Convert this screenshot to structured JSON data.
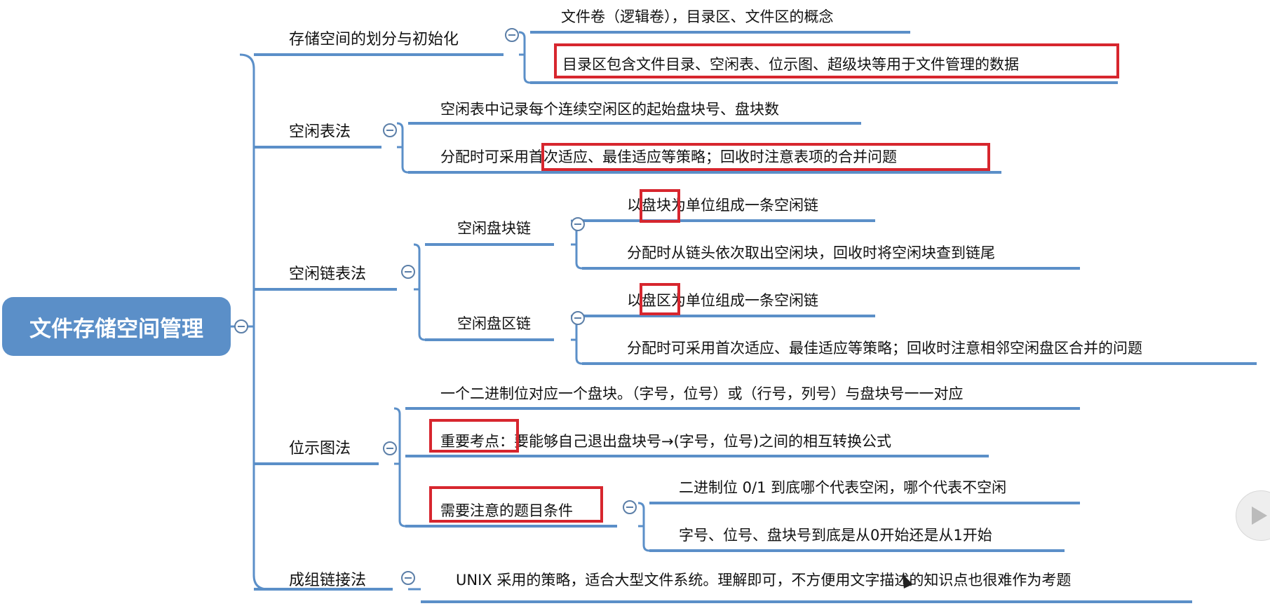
{
  "root": {
    "label": "文件存储空间管理"
  },
  "branches": [
    {
      "label": "存储空间的划分与初始化",
      "children": [
        {
          "label": "文件卷（逻辑卷），目录区、文件区的概念"
        },
        {
          "label": "目录区包含文件目录、空闲表、位示图、超级块等用于文件管理的数据"
        }
      ]
    },
    {
      "label": "空闲表法",
      "children": [
        {
          "label": "空闲表中记录每个连续空闲区的起始盘块号、盘块数"
        },
        {
          "label": "分配时可采用首次适应、最佳适应等策略；回收时注意表项的合并问题"
        }
      ]
    },
    {
      "label": "空闲链表法",
      "children": [
        {
          "label": "空闲盘块链",
          "children": [
            {
              "label": "以盘块为单位组成一条空闲链"
            },
            {
              "label": "分配时从链头依次取出空闲块，回收时将空闲块查到链尾"
            }
          ]
        },
        {
          "label": "空闲盘区链",
          "children": [
            {
              "label": "以盘区为单位组成一条空闲链"
            },
            {
              "label": "分配时可采用首次适应、最佳适应等策略；回收时注意相邻空闲盘区合并的问题"
            }
          ]
        }
      ]
    },
    {
      "label": "位示图法",
      "children": [
        {
          "label": "一个二进制位对应一个盘块。（字号，位号）或（行号，列号）与盘块号一一对应"
        },
        {
          "label": "重要考点：要能够自己退出盘块号→(字号，位号)之间的相互转换公式"
        },
        {
          "label": "需要注意的题目条件",
          "children": [
            {
              "label": "二进制位 0/1 到底哪个代表空闲，哪个代表不空闲"
            },
            {
              "label": "字号、位号、盘块号到底是从0开始还是从1开始"
            }
          ]
        }
      ]
    },
    {
      "label": "成组链接法",
      "children": [
        {
          "label": "UNIX 采用的策略，适合大型文件系统。理解即可，不方便用文字描述的知识点也很难作为考题"
        }
      ]
    }
  ],
  "colors": {
    "line": "#5b8fc8",
    "highlight": "#d7262e",
    "root": "#5b8fc8"
  }
}
